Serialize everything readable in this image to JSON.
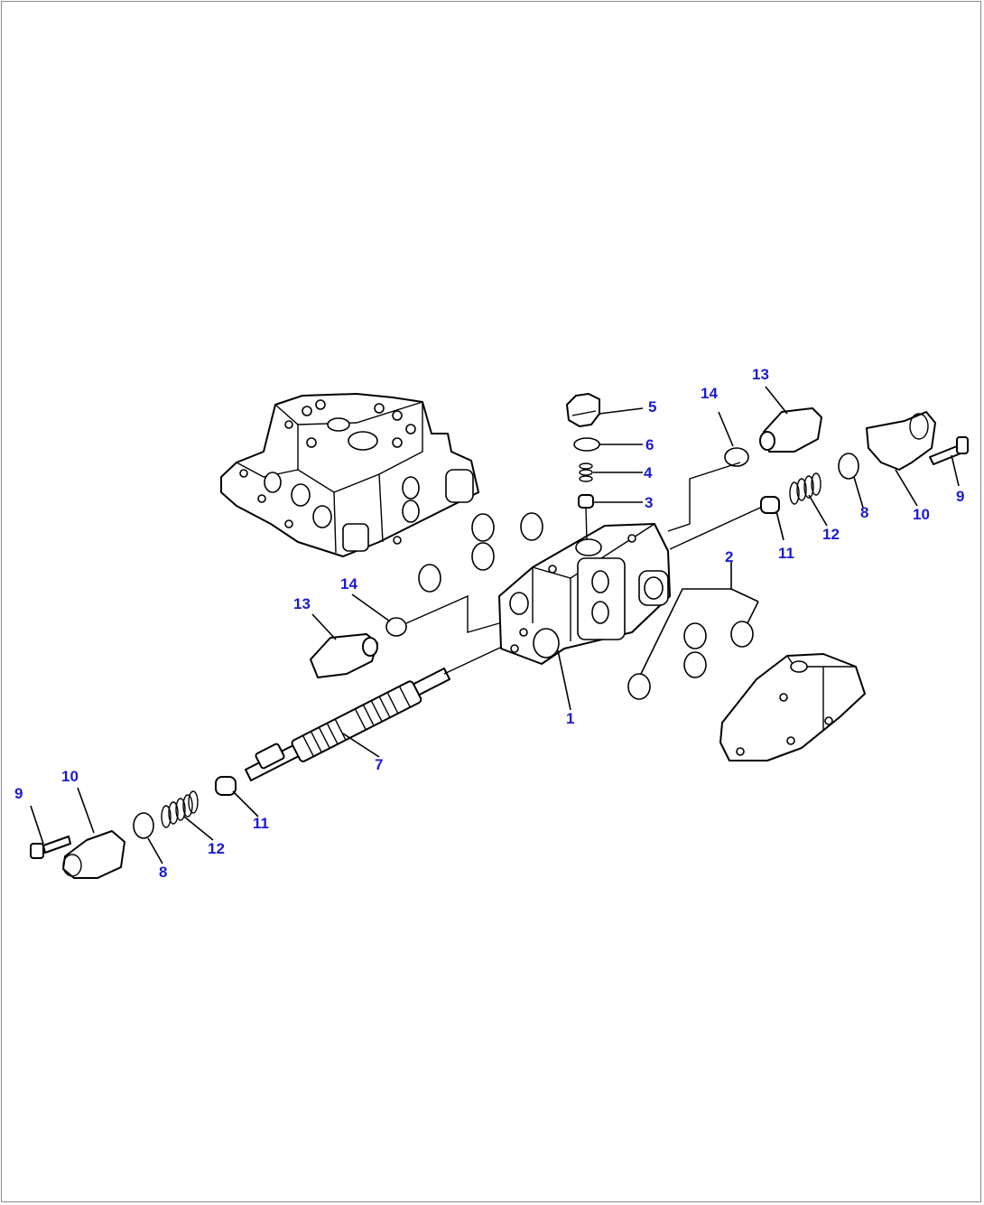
{
  "diagram": {
    "callouts": [
      {
        "id": "c5",
        "text": "5"
      },
      {
        "id": "c14a",
        "text": "14"
      },
      {
        "id": "c13a",
        "text": "13"
      },
      {
        "id": "c6",
        "text": "6"
      },
      {
        "id": "c4",
        "text": "4"
      },
      {
        "id": "c3",
        "text": "3"
      },
      {
        "id": "c9a",
        "text": "9"
      },
      {
        "id": "c8a",
        "text": "8"
      },
      {
        "id": "c10a",
        "text": "10"
      },
      {
        "id": "c12a",
        "text": "12"
      },
      {
        "id": "c11a",
        "text": "11"
      },
      {
        "id": "c2",
        "text": "2"
      },
      {
        "id": "c14b",
        "text": "14"
      },
      {
        "id": "c13b",
        "text": "13"
      },
      {
        "id": "c1",
        "text": "1"
      },
      {
        "id": "c7",
        "text": "7"
      },
      {
        "id": "c9b",
        "text": "9"
      },
      {
        "id": "c10b",
        "text": "10"
      },
      {
        "id": "c11b",
        "text": "11"
      },
      {
        "id": "c12b",
        "text": "12"
      },
      {
        "id": "c8b",
        "text": "8"
      }
    ],
    "colors": {
      "callout": "#1a1ad6",
      "line": "#000000",
      "frame": "#8a8a8a"
    }
  }
}
